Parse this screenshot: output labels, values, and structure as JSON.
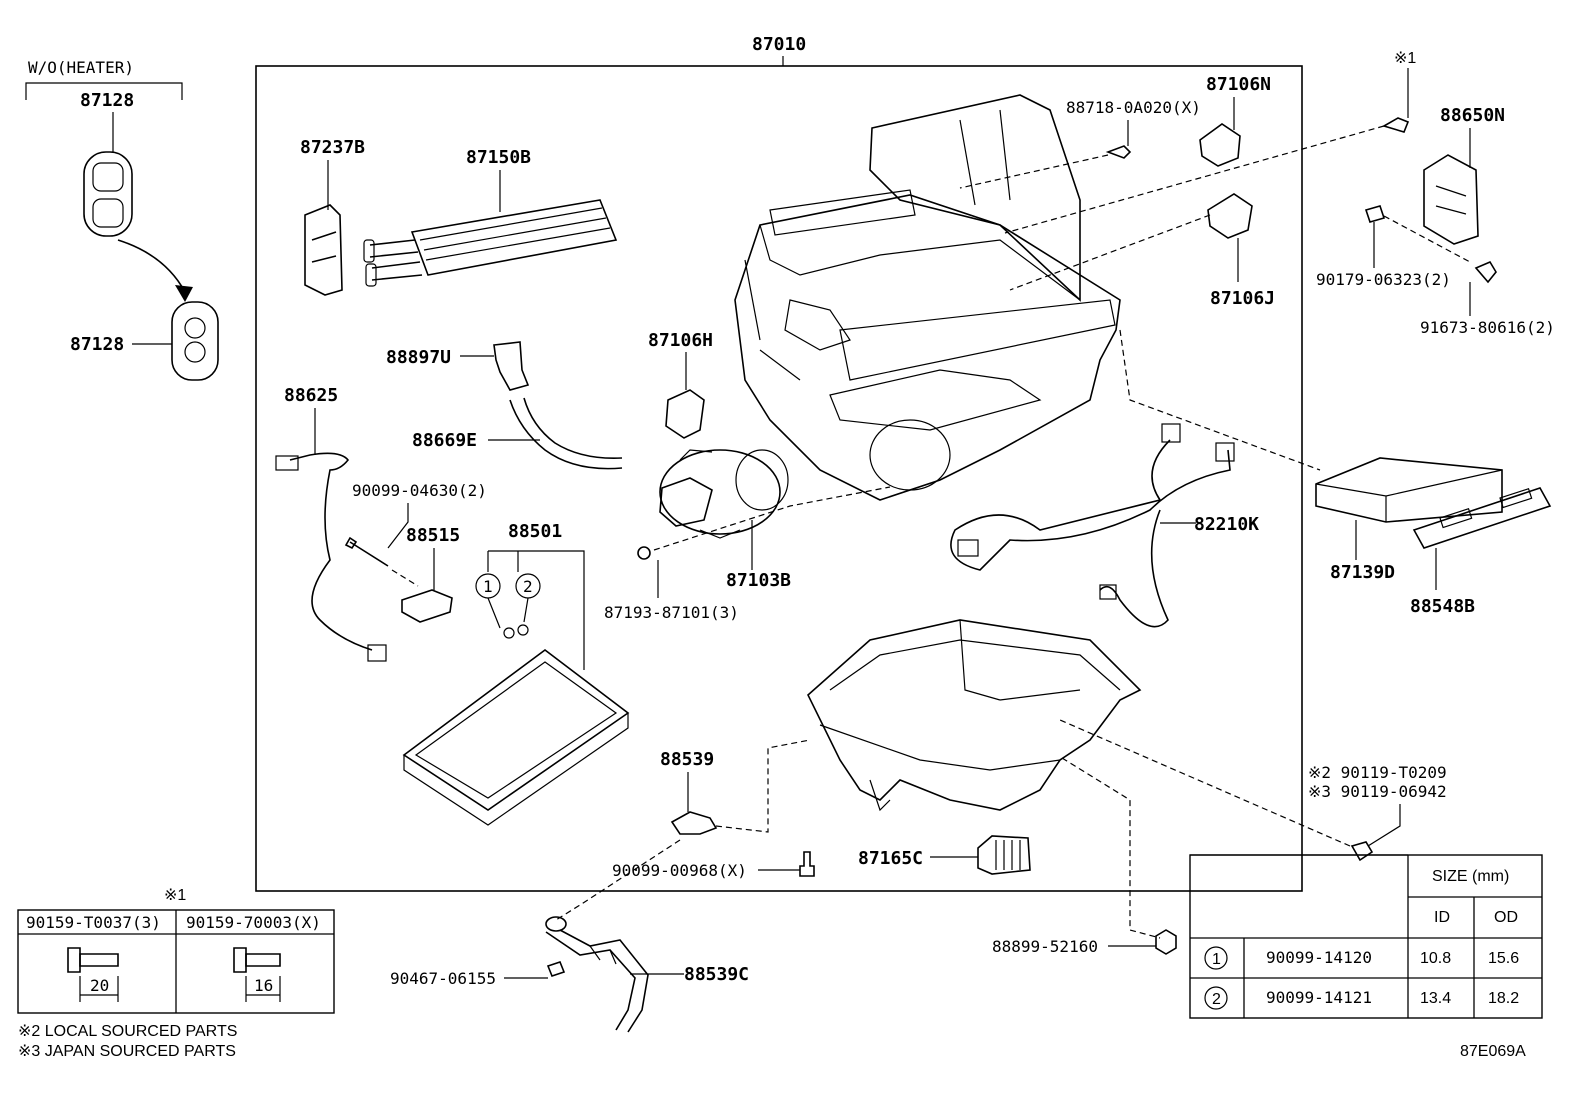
{
  "header": {
    "assembly_number": "87010",
    "variant_label": "W/O(HEATER)",
    "variant_part_top": "87128",
    "variant_part_bottom": "87128"
  },
  "parts": {
    "p87237B": "87237B",
    "p87150B": "87150B",
    "p88897U": "88897U",
    "p88669E": "88669E",
    "p88625": "88625",
    "p90099_04630": "90099-04630(2)",
    "p88515": "88515",
    "p88501": "88501",
    "circle_1": "1",
    "circle_2": "2",
    "p87106H": "87106H",
    "p87103B": "87103B",
    "p87193_87101": "87193-87101(3)",
    "p88718_0A020": "88718-0A020(X)",
    "p87106N": "87106N",
    "p87106J": "87106J",
    "mark_x1_top": "※1",
    "p88650N": "88650N",
    "p90179_06323": "90179-06323(2)",
    "p91673_80616": "91673-80616(2)",
    "p82210K": "82210K",
    "p87139D": "87139D",
    "p88548B": "88548B",
    "p88539": "88539",
    "p90099_00968": "90099-00968(X)",
    "p87165C": "87165C",
    "p90119_T0209": "※2 90119-T0209",
    "p90119_06942": "※3 90119-06942",
    "p88899_52160": "88899-52160",
    "p90467_06155": "90467-06155",
    "p88539C": "88539C"
  },
  "bolt_table": {
    "mark": "※1",
    "col1_header": "90159-T0037(3)",
    "col2_header": "90159-70003(X)",
    "col1_length": "20",
    "col2_length": "16"
  },
  "notes": {
    "local": "※2 LOCAL SOURCED PARTS",
    "japan": "※3 JAPAN SOURCED PARTS"
  },
  "size_table": {
    "header": "SIZE (mm)",
    "col_id": "ID",
    "col_od": "OD",
    "rows": [
      {
        "mark": "1",
        "part": "90099-14120",
        "id": "10.8",
        "od": "15.6"
      },
      {
        "mark": "2",
        "part": "90099-14121",
        "id": "13.4",
        "od": "18.2"
      }
    ]
  },
  "diagram_id": "87E069A"
}
